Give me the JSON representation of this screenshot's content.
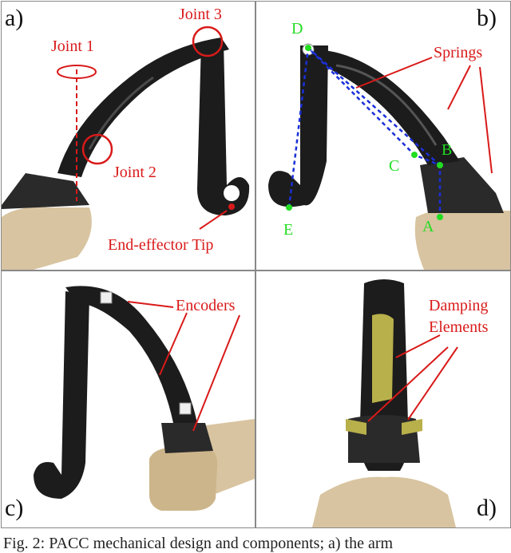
{
  "panels": {
    "a": {
      "label": "a)",
      "annotations": {
        "joint1": "Joint 1",
        "joint2": "Joint 2",
        "joint3": "Joint 3",
        "tip": "End-effector Tip"
      }
    },
    "b": {
      "label": "b)",
      "annotations": {
        "springs": "Springs"
      },
      "points": [
        "A",
        "B",
        "C",
        "D",
        "E"
      ]
    },
    "c": {
      "label": "c)",
      "annotations": {
        "encoders": "Encoders"
      }
    },
    "d": {
      "label": "d)",
      "annotations": {
        "damping_line1": "Damping",
        "damping_line2": "Elements"
      }
    }
  },
  "caption": "Fig. 2: PACC mechanical design and components; a) the arm",
  "colors": {
    "annotation": "#d91a1a",
    "points": "#22dd22",
    "geometry": "#1a2fd9",
    "arm": "#1c1c1c",
    "base": "#d8c4a0"
  }
}
